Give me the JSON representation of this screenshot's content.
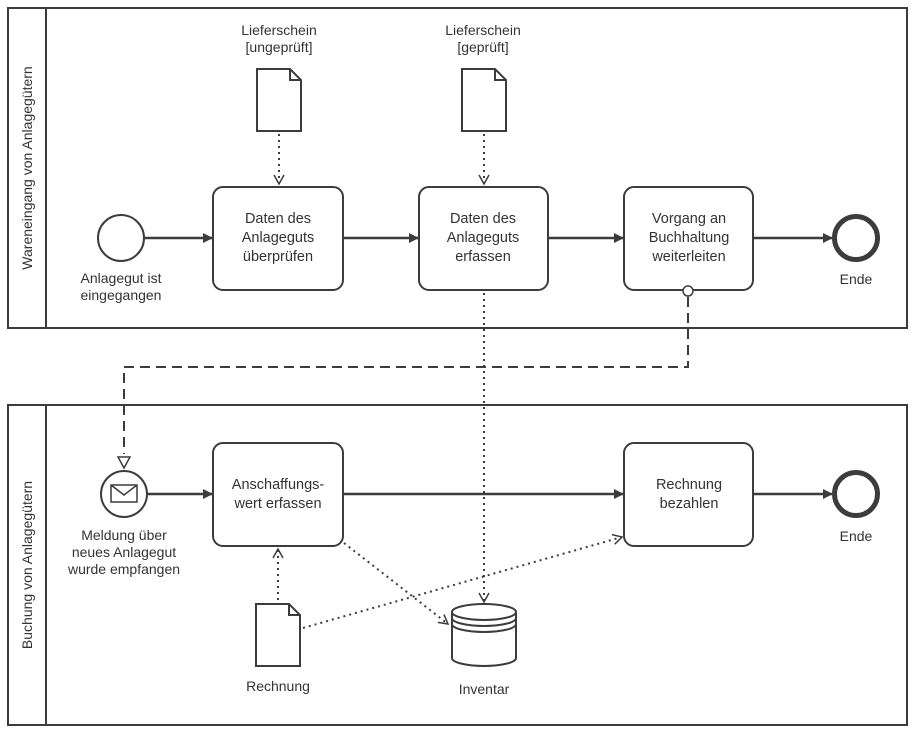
{
  "diagram": {
    "colors": {
      "stroke": "#3c3c3c",
      "text": "#333333",
      "background": "#ffffff"
    },
    "pools": [
      {
        "id": "pool1",
        "label": "Wareneingang von Anlagegütern"
      },
      {
        "id": "pool2",
        "label": "Buchung von Anlagegütern"
      }
    ],
    "pool1": {
      "start_event": {
        "label_lines": [
          "Anlagegut ist",
          "eingegangen"
        ]
      },
      "task1": {
        "lines": [
          "Daten des",
          "Anlageguts",
          "überprüfen"
        ]
      },
      "task2": {
        "lines": [
          "Daten des",
          "Anlageguts",
          "erfassen"
        ]
      },
      "task3": {
        "lines": [
          "Vorgang an",
          "Buchhaltung",
          "weiterleiten"
        ]
      },
      "end_event": {
        "label": "Ende"
      },
      "doc1": {
        "label_lines": [
          "Lieferschein",
          "[ungeprüft]"
        ]
      },
      "doc2": {
        "label_lines": [
          "Lieferschein",
          "[geprüft]"
        ]
      }
    },
    "pool2": {
      "message_start": {
        "label_lines": [
          "Meldung über",
          "neues Anlagegut",
          "wurde empfangen"
        ],
        "icon": "envelope-icon"
      },
      "task4": {
        "lines": [
          "Anschaffungs-",
          "wert erfassen"
        ]
      },
      "task5": {
        "lines": [
          "Rechnung",
          "bezahlen"
        ]
      },
      "end_event": {
        "label": "Ende"
      },
      "doc3": {
        "label": "Rechnung"
      },
      "datastore": {
        "label": "Inventar",
        "icon": "database-icon"
      }
    }
  }
}
